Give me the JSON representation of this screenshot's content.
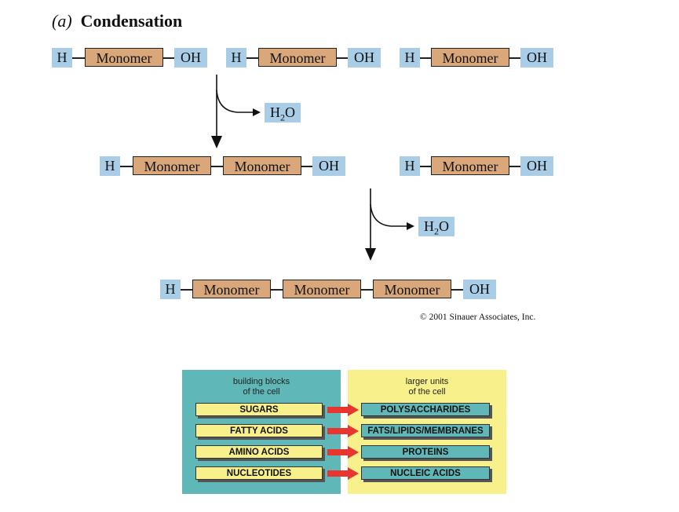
{
  "figure": {
    "tag": "(a)",
    "title": "Condensation",
    "h_label": "H",
    "oh_label": "OH",
    "monomer_label": "Monomer",
    "water": {
      "prefix": "H",
      "sub": "2",
      "suffix": "O"
    },
    "copyright": "© 2001 Sinauer Associates, Inc."
  },
  "panel": {
    "left_heading_1": "building blocks",
    "left_heading_2": "of the cell",
    "right_heading_1": "larger units",
    "right_heading_2": "of the cell",
    "rows": [
      {
        "left": "SUGARS",
        "right": "POLYSACCHARIDES"
      },
      {
        "left": "FATTY ACIDS",
        "right": "FATS/LIPIDS/MEMBRANES"
      },
      {
        "left": "AMINO ACIDS",
        "right": "PROTEINS"
      },
      {
        "left": "NUCLEOTIDES",
        "right": "NUCLEIC ACIDS"
      }
    ],
    "colors": {
      "teal": "#5fb7b8",
      "yellow": "#f8f08a",
      "arrow": "#e8352e"
    }
  },
  "colors": {
    "h_oh_box": "#a9cde6",
    "monomer_box": "#d9a77a"
  }
}
